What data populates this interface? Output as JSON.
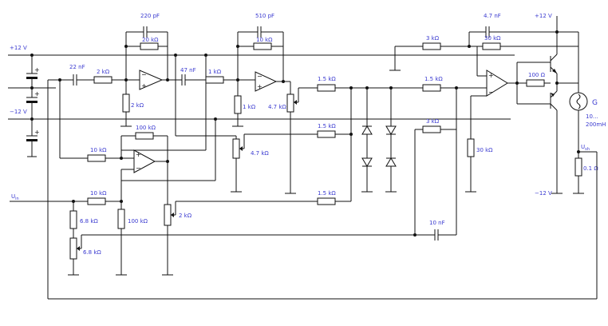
{
  "rails": {
    "pos": "+12 V",
    "neg": "−12 V",
    "pos_right": "+12 V",
    "neg_right": "−12 V"
  },
  "labels": {
    "cap_220p": "220 pF",
    "r_20k": "20 kΩ",
    "cap_22n": "22 nF",
    "r_2k_in": "2 kΩ",
    "r_2k_gnd": "2 kΩ",
    "cap_47n": "47 nF",
    "r_1k_series": "1 kΩ",
    "cap_510p": "510 pF",
    "r_10k_fb": "10 kΩ",
    "r_1k_gnd": "1 kΩ",
    "pot_4k7_a": "4.7 kΩ",
    "r_1k5_a": "1.5 kΩ",
    "r_1k5_b": "1.5 kΩ",
    "r_1k5_c": "1.5 kΩ",
    "r_1k5_d": "1.5 kΩ",
    "cap_4n7": "4.7 nF",
    "r_3k_top": "3 kΩ",
    "r_30k_fb": "30 kΩ",
    "r_100_base": "100 Ω",
    "r_3k_mid": "3 kΩ",
    "r_30k_gnd": "30 kΩ",
    "r_100k_fb": "100 kΩ",
    "r_10k_in2": "10 kΩ",
    "pot_4k7_b": "4.7 kΩ",
    "r_10k_uin": "10 kΩ",
    "r_6k8_top": "6.8 kΩ",
    "pot_6k8": "6.8 kΩ",
    "r_100k_gnd": "100 kΩ",
    "pot_2k": "2 kΩ",
    "cap_10n": "10 nF",
    "r_0r1": "0.1 Ω",
    "coil_letter": "G",
    "coil_value_1": "10…",
    "coil_value_2": "200mH",
    "input_label": "U",
    "input_sub": "in",
    "shunt_label": "U",
    "shunt_sub": "sh"
  }
}
